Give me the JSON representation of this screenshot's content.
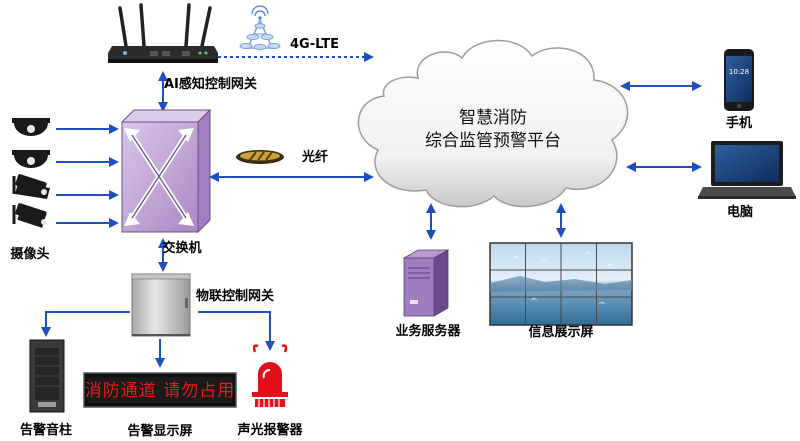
{
  "labels": {
    "gateway": "AI感知控制网关",
    "lte": "4G-LTE",
    "fiber": "光纤",
    "cloud_line1": "智慧消防",
    "cloud_line2": "综合监管预警平台",
    "phone": "手机",
    "computer": "电脑",
    "camera": "摄像头",
    "switch": "交换机",
    "iot_gateway": "物联控制网关",
    "server": "业务服务器",
    "display_wall": "信息展示屏",
    "alarm_column": "告警音柱",
    "alarm_display": "告警显示屏",
    "strobe_alarm": "声光报警器",
    "led_message": "消防通道  请勿占用"
  },
  "icons": {
    "router": "router-icon",
    "cell_tower": "cell-tower-icon",
    "cloud": "cloud-icon",
    "phone": "smartphone-icon",
    "laptop": "laptop-icon",
    "dome_camera": "dome-camera-icon",
    "bullet_camera": "bullet-camera-icon",
    "switch": "network-switch-icon",
    "fiber": "fiber-optic-icon",
    "cabinet": "control-cabinet-icon",
    "server": "server-tower-icon",
    "video_wall": "video-wall-icon",
    "speaker": "speaker-column-icon",
    "led_sign": "led-sign-icon",
    "siren": "siren-icon"
  },
  "colors": {
    "arrow": "#1f4fbf",
    "switch_fill": "#c2a6d6",
    "led_text": "#e81a1a",
    "siren": "#e3101a"
  }
}
